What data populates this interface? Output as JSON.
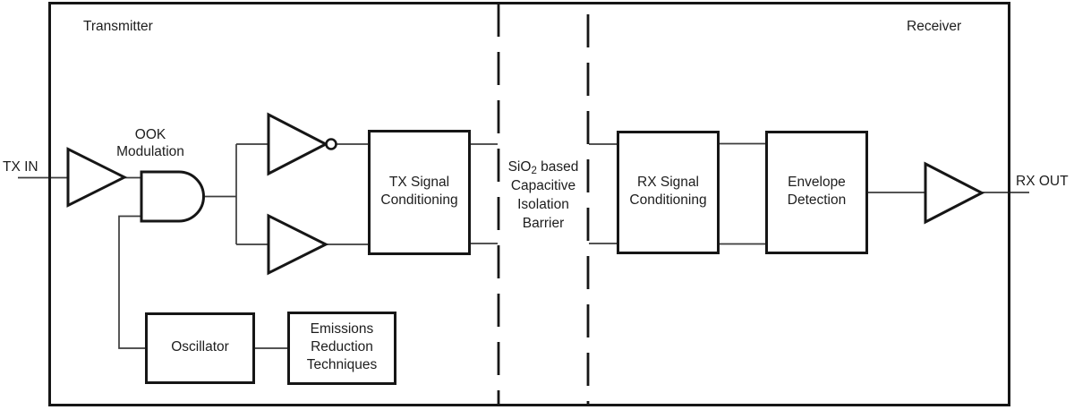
{
  "diagram": {
    "title_regions": {
      "transmitter_label": "Transmitter",
      "receiver_label": "Receiver"
    },
    "ports": {
      "tx_in_label": "TX IN",
      "rx_out_label": "RX OUT"
    },
    "annotations": {
      "ook_modulation_label": "OOK\nModulation"
    },
    "blocks": {
      "tx_signal_conditioning": "TX Signal\nConditioning",
      "rx_signal_conditioning": "RX Signal\nConditioning",
      "envelope_detection": "Envelope\nDetection",
      "oscillator": "Oscillator",
      "emissions_reduction": "Emissions\nReduction\nTechniques"
    },
    "barrier": {
      "sio_prefix": "SiO",
      "sio_sub": "2",
      "sio_suffix": " based",
      "line2": "Capacitive",
      "line3": "Isolation",
      "line4": "Barrier"
    },
    "colors": {
      "shape_stroke": "#161616",
      "wire_stroke": "#3c3c3c",
      "text": "#1d1d1d",
      "background": "#ffffff"
    }
  }
}
